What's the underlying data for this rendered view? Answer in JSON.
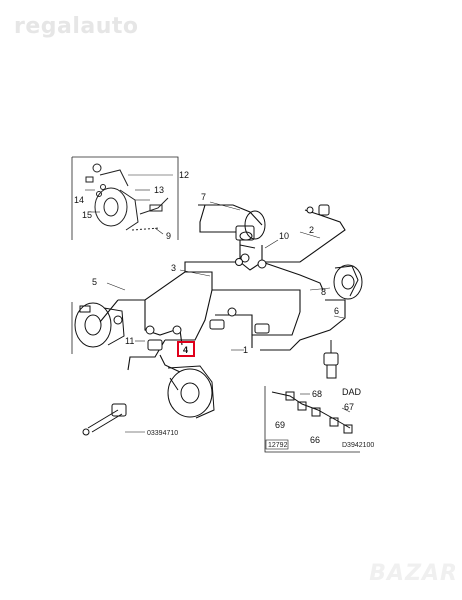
{
  "watermark": "regalauto",
  "brand_mark": "BAZAR",
  "diagram": {
    "callouts": [
      "12",
      "13",
      "14",
      "15",
      "9",
      "7",
      "10",
      "2",
      "3",
      "5",
      "8",
      "6",
      "11",
      "4",
      "1",
      "68",
      "69",
      "67",
      "66",
      "DAD"
    ],
    "highlighted_callout": "4",
    "part_codes": [
      "03394710",
      "12792",
      "D3942100"
    ]
  },
  "colors": {
    "highlight": "#e0001b",
    "ink": "#111111",
    "watermark": "#e6e6e6"
  }
}
